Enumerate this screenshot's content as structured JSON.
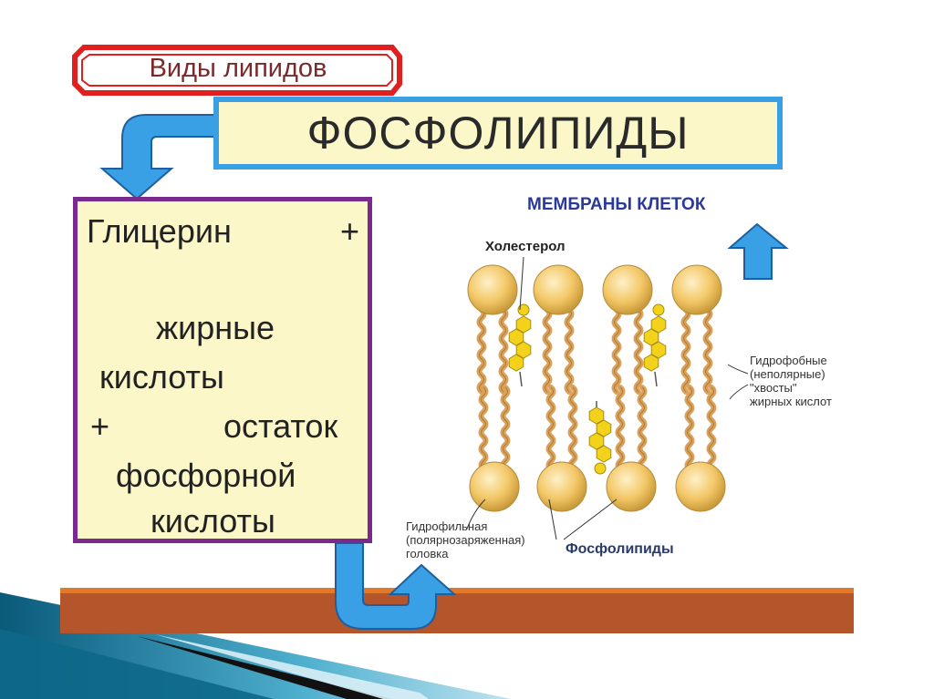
{
  "header": {
    "tag_label": "Виды липидов",
    "title": "ФОСФОЛИПИДЫ"
  },
  "composition": {
    "line1_word": "Глицерин",
    "line1_plus": "+",
    "line2": "жирные",
    "line3": "кислоты",
    "line4_plus": "+",
    "line4_word": "остаток",
    "line5": "фосфорной",
    "line6": "кислоты"
  },
  "diagram": {
    "title": "МЕМБРАНЫ КЛЕТОК",
    "cholesterol_label": "Холестерол",
    "hydrophobic_label": [
      "Гидрофобные",
      "(неполярные)",
      "\"хвосты\"",
      "жирных кислот"
    ],
    "hydrophilic_label": [
      "Гидрофильная",
      "(полярнозаряженная)",
      "головка"
    ],
    "phospholipids_label": "Фосфолипиды"
  },
  "colors": {
    "tag_border": "#e0201e",
    "title_border": "#3aa0e6",
    "box_fill": "#fbf7c9",
    "composition_border": "#7a2a8c",
    "arrow_blue": "#3aa0e6",
    "arrow_outline": "#1f5f9e",
    "ground_bar": "#b5552b",
    "ground_top": "#e07a2a",
    "lipid_head": "#f3c767",
    "cholesterol": "#f2d21a"
  }
}
